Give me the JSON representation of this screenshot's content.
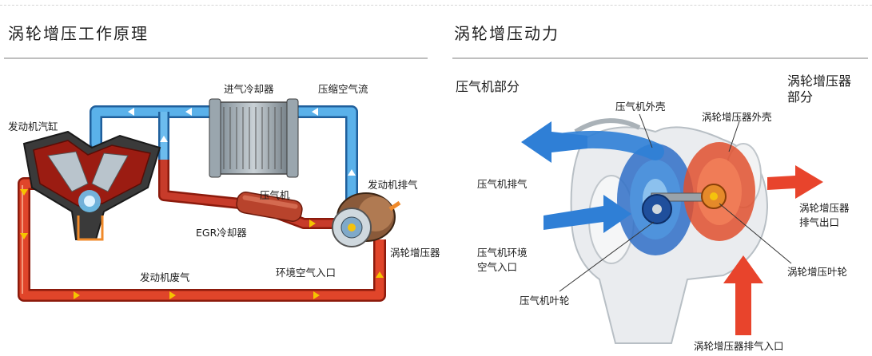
{
  "left_panel": {
    "title": "涡轮增压工作原理",
    "labels": {
      "engine_cylinder": "发动机汽缸",
      "intercooler": "进气冷却器",
      "compressed_air": "压缩空气流",
      "compressor": "压气机",
      "engine_exhaust": "发动机排气",
      "egr_cooler": "EGR冷却器",
      "turbocharger": "涡轮增压器",
      "ambient_air_inlet": "环境空气入口",
      "engine_exhaust_gas": "发动机废气"
    }
  },
  "right_panel": {
    "title": "涡轮增压动力",
    "compressor_section": "压气机部分",
    "turbo_section_line1": "涡轮增压器",
    "turbo_section_line2": "部分",
    "labels": {
      "compressor_housing": "压气机外壳",
      "turbo_housing": "涡轮增压器外壳",
      "compressor_exhaust": "压气机排气",
      "compressor_ambient_line1": "压气机环境",
      "compressor_ambient_line2": "空气入口",
      "compressor_wheel": "压气机叶轮",
      "turbo_exhaust_outlet_line1": "涡轮增压器",
      "turbo_exhaust_outlet_line2": "排气出口",
      "turbine_wheel": "涡轮增压叶轮",
      "turbo_exhaust_inlet": "涡轮增压器排气入口"
    }
  },
  "colors": {
    "cold_air": "#4a9ee0",
    "hot_gas": "#d93a25",
    "flow_arrow": "#f5c400",
    "blue_arrow": "#2f7fd6",
    "red_arrow": "#e8442c"
  }
}
